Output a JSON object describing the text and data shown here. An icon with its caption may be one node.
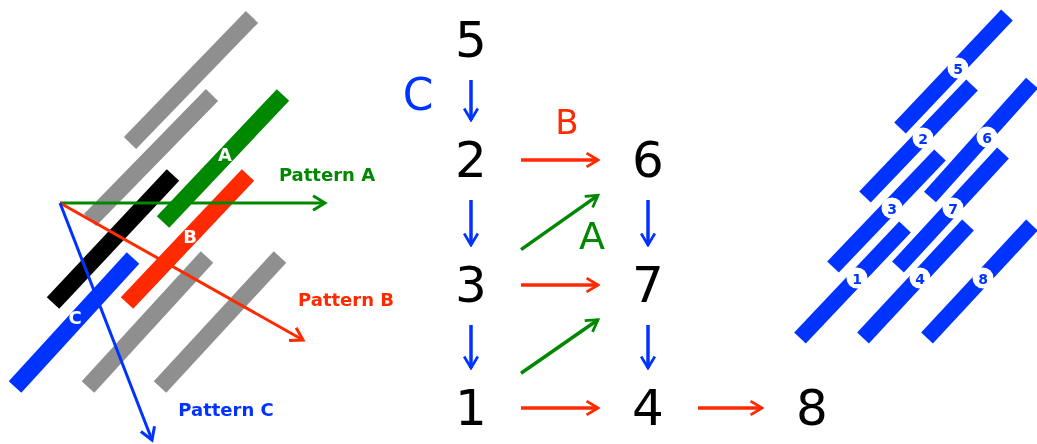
{
  "diagram": {
    "nodes": [
      {
        "text": [
          "5"
        ]
      },
      {
        "text": [
          "2"
        ]
      },
      {
        "text": [
          "6"
        ]
      },
      {
        "text": [
          "3"
        ]
      },
      {
        "text": [
          "7"
        ]
      },
      {
        "text": [
          "1"
        ]
      },
      {
        "text": [
          "4"
        ]
      },
      {
        "text": [
          "8"
        ]
      }
    ],
    "edges": [
      {
        "from": 0,
        "to": 1,
        "arrow": "to",
        "color": "#0033ff"
      },
      {
        "from": 1,
        "to": 3,
        "arrow": "to",
        "color": "#0033ff"
      },
      {
        "from": 3,
        "to": 5,
        "arrow": "to",
        "color": "#0033ff"
      },
      {
        "from": 2,
        "to": 4,
        "arrow": "to",
        "color": "#0033ff"
      },
      {
        "from": 4,
        "to": 6,
        "arrow": "to",
        "color": "#0033ff"
      },
      {
        "from": 1,
        "to": 2,
        "arrow": "to",
        "color": "#ff2a00"
      },
      {
        "from": 3,
        "to": 4,
        "arrow": "to",
        "color": "#ff2a00"
      },
      {
        "from": 5,
        "to": 6,
        "arrow": "to",
        "color": "#ff2a00"
      },
      {
        "from": 6,
        "to": 7,
        "arrow": "to",
        "color": "#ff2a00"
      },
      {
        "from": 3,
        "to": 2,
        "arrow": "to",
        "color": "#008800"
      },
      {
        "from": 5,
        "to": 4,
        "arrow": "to",
        "color": "#008800"
      }
    ],
    "labels": [
      "A",
      "Pattern A",
      "B",
      "Pattern B",
      "C",
      "Pattern C",
      "C",
      "B",
      "A",
      "5",
      "2",
      "6",
      "3",
      "7",
      "1",
      "4",
      "8"
    ]
  }
}
